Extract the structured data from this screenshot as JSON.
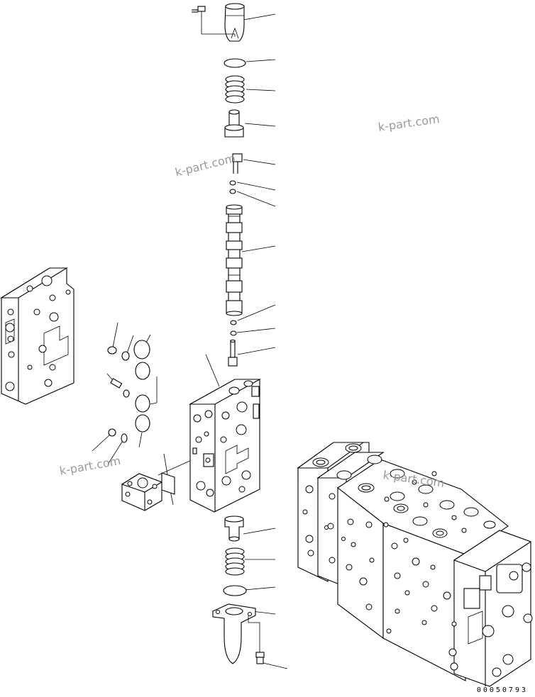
{
  "watermarks": [
    "k-part.com",
    "k-part.com",
    "k-part.com",
    "k-part.com"
  ],
  "figure_number": "00050793",
  "line_color": "#000000",
  "watermark_color": "#9a9a9a",
  "icons": {
    "cap": "valve-cap-icon",
    "bolt": "bolt-icon",
    "oring": "o-ring-icon",
    "spring": "spring-icon",
    "retainer": "spring-retainer-icon",
    "spool": "spool-icon",
    "block": "valve-section-block-icon",
    "assembly": "control-valve-assembly-icon"
  }
}
